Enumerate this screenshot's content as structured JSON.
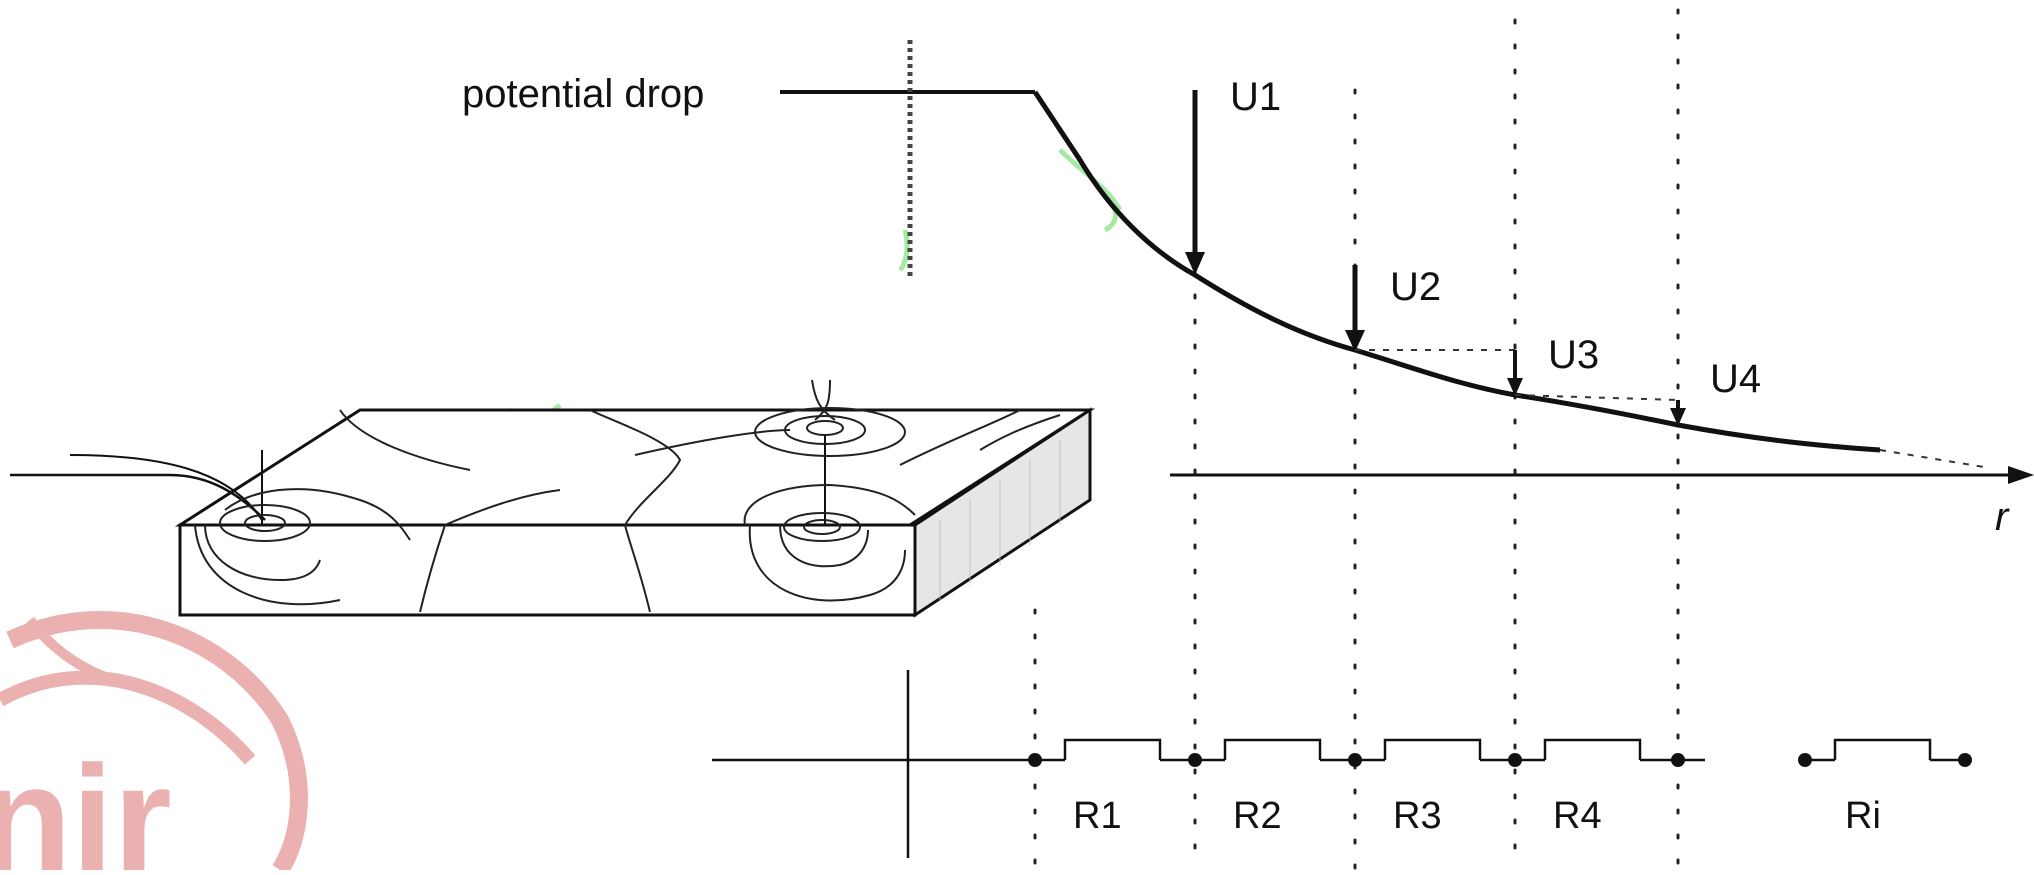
{
  "diagram": {
    "label_potential_drop": "potential drop",
    "axis_label_r": "r",
    "voltages": [
      {
        "id": "u1",
        "label": "U1"
      },
      {
        "id": "u2",
        "label": "U2"
      },
      {
        "id": "u3",
        "label": "U3"
      },
      {
        "id": "u4",
        "label": "U4"
      }
    ],
    "resistors": [
      {
        "id": "r1",
        "label": "R1"
      },
      {
        "id": "r2",
        "label": "R2"
      },
      {
        "id": "r3",
        "label": "R3"
      },
      {
        "id": "r4",
        "label": "R4"
      },
      {
        "id": "ri",
        "label": "Ri"
      }
    ],
    "watermark_text": "nir",
    "colors": {
      "ink": "#111111",
      "watermark": "#e8a3a3",
      "annotation_green": "#8ee68e"
    }
  }
}
